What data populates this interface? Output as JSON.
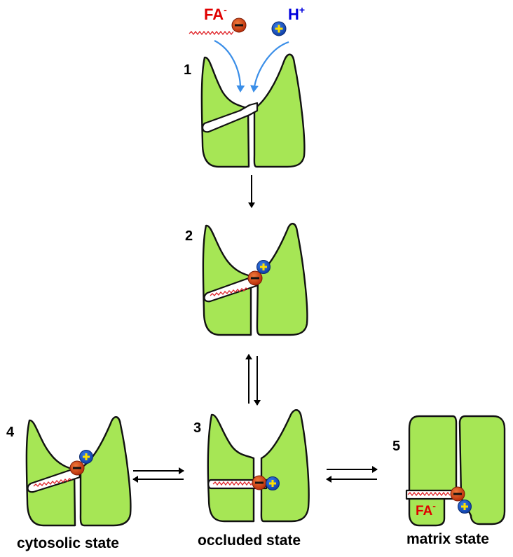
{
  "colors": {
    "protein": "#a6e655",
    "fatty_acid": "#e0262b",
    "anion_ball": "#cc3a10",
    "proton_ball": "#1753c4",
    "plus_sign": "#ffe000",
    "fa_label": "#e00000",
    "h_label": "#0000dd"
  },
  "labels": {
    "fa": "FA",
    "fa_charge": "-",
    "h": "H",
    "h_charge": "+",
    "fa_matrix": "FA",
    "fa_matrix_charge": "-"
  },
  "steps": {
    "step1": "1",
    "step2": "2",
    "step3": "3",
    "step4": "4",
    "step5": "5"
  },
  "states": {
    "cytosolic": "cytosolic state",
    "occluded": "occluded state",
    "matrix": "matrix state"
  },
  "symbols": {
    "minus": "−",
    "plus": "+"
  },
  "icons": [
    "anion-icon",
    "proton-icon",
    "arrow-icon"
  ]
}
